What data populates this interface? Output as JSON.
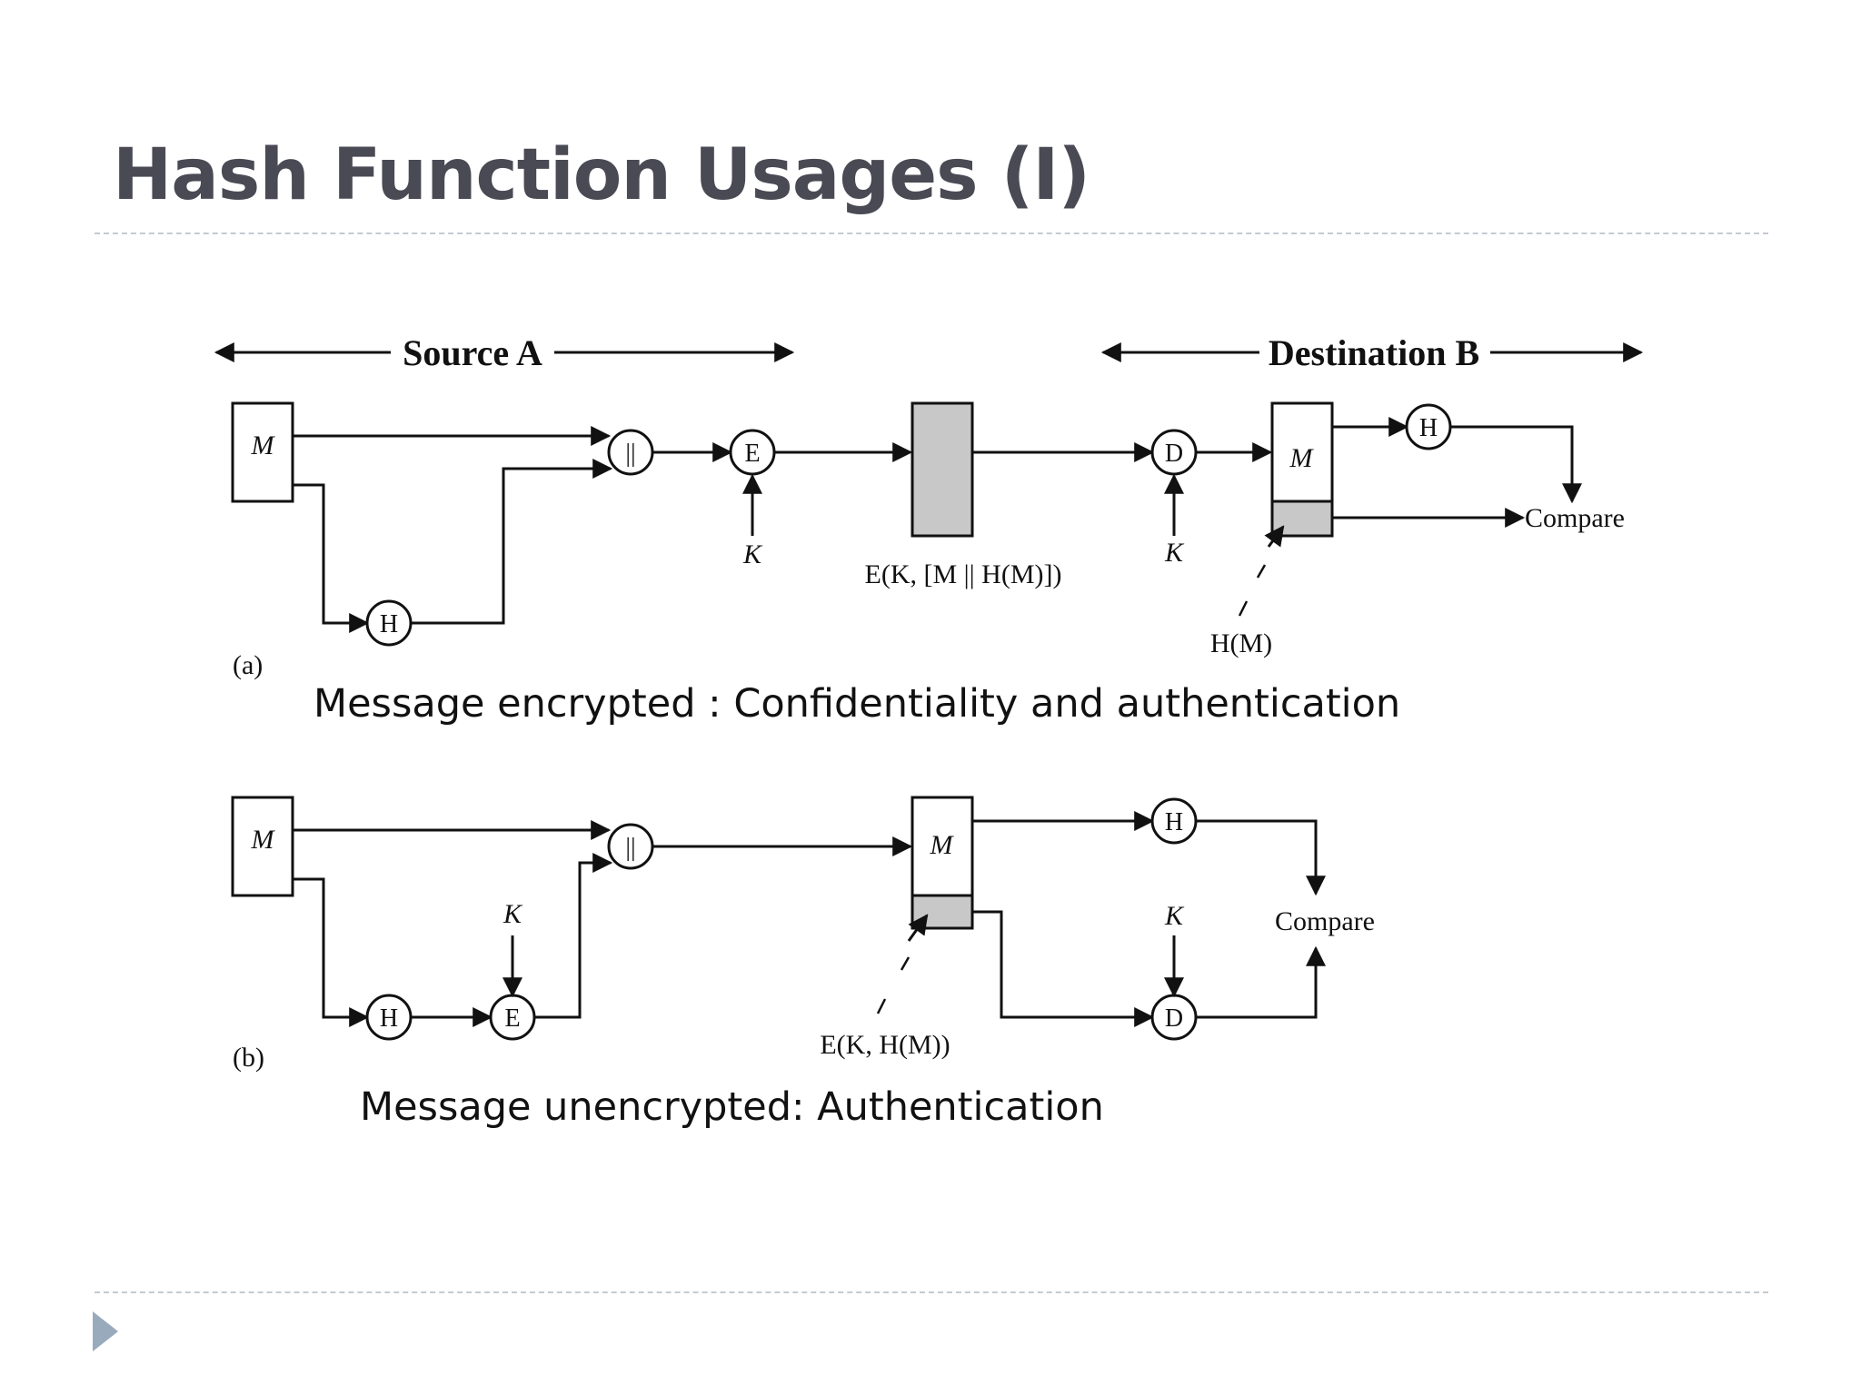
{
  "slide": {
    "title": "Hash Function Usages (I)"
  },
  "diagram_a": {
    "source_header": "Source A",
    "destination_header": "Destination B",
    "part_label": "(a)",
    "message": "M",
    "hash": "H",
    "concat": "||",
    "encrypt": "E",
    "decrypt": "D",
    "key_source": "K",
    "key_dest": "K",
    "transmitted": "E(K, [M || H(M)])",
    "dest_hash": "H",
    "dest_message": "M",
    "compare": "Compare",
    "hash_of_message": "H(M)",
    "caption": "Message encrypted : Confidentiality and authentication"
  },
  "diagram_b": {
    "part_label": "(b)",
    "message": "M",
    "hash": "H",
    "encrypt": "E",
    "key_source": "K",
    "concat": "||",
    "dest_message": "M",
    "dest_hash": "H",
    "decrypt": "D",
    "key_dest": "K",
    "compare": "Compare",
    "encrypted_hash": "E(K, H(M))",
    "caption": "Message unencrypted:  Authentication"
  },
  "colors": {
    "title": "#4a4a55",
    "rule": "#c3cad3",
    "bullet": "#9aaabd",
    "shaded_box": "#c8c8c8"
  }
}
